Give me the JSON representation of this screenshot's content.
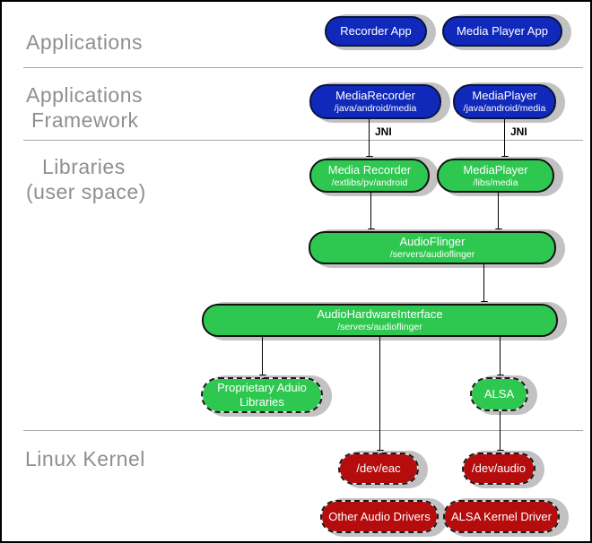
{
  "sections": {
    "applications": "Applications",
    "framework_line1": "Applications",
    "framework_line2": "Framework",
    "libraries_line1": "Libraries",
    "libraries_line2": "(user space)",
    "kernel": "Linux Kernel"
  },
  "labels": {
    "jni": "JNI"
  },
  "nodes": {
    "recorder_app": {
      "title": "Recorder App"
    },
    "media_player_app": {
      "title": "Media Player App"
    },
    "media_recorder_fw": {
      "title": "MediaRecorder",
      "subtitle": "/java/android/media"
    },
    "media_player_fw": {
      "title": "MediaPlayer",
      "subtitle": "/java/android/media"
    },
    "media_recorder_lib": {
      "title": "Media Recorder",
      "subtitle": "/extlibs/pv/android"
    },
    "media_player_lib": {
      "title": "MediaPlayer",
      "subtitle": "/libs/media"
    },
    "audioflinger": {
      "title": "AudioFlinger",
      "subtitle": "/servers/audioflinger"
    },
    "audio_hardware_interface": {
      "title": "AudioHardwareInterface",
      "subtitle": "/servers/audioflinger"
    },
    "proprietary_audio_libs": {
      "line1": "Proprietary Aduio",
      "line2": "Libraries"
    },
    "alsa": {
      "title": "ALSA"
    },
    "dev_eac": {
      "title": "/dev/eac"
    },
    "dev_audio": {
      "title": "/dev/audio"
    },
    "other_audio_drivers": {
      "title": "Other Audio Drivers"
    },
    "alsa_kernel_driver": {
      "title": "ALSA Kernel Driver"
    }
  },
  "colors": {
    "app_blue": "#1129bb",
    "lib_green": "#2ec851",
    "kernel_red": "#b50d0e",
    "shadow_gray": "#c2c2c2",
    "section_label_gray": "#8f8f8f",
    "separator_gray": "#a6a6a6"
  }
}
